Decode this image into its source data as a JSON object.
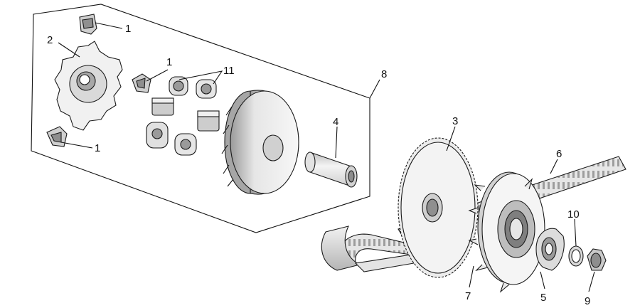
{
  "diagram": {
    "callouts": {
      "c1a": "1",
      "c1b": "1",
      "c1c": "1",
      "c2": "2",
      "c3": "3",
      "c4": "4",
      "c5": "5",
      "c6": "6",
      "c7": "7",
      "c8": "8",
      "c9": "9",
      "c10": "10",
      "c11": "11"
    },
    "colors": {
      "line": "#111111",
      "fill_light": "#f4f4f4",
      "fill_mid": "#cfcfcf",
      "fill_dark": "#8a8a8a"
    }
  }
}
